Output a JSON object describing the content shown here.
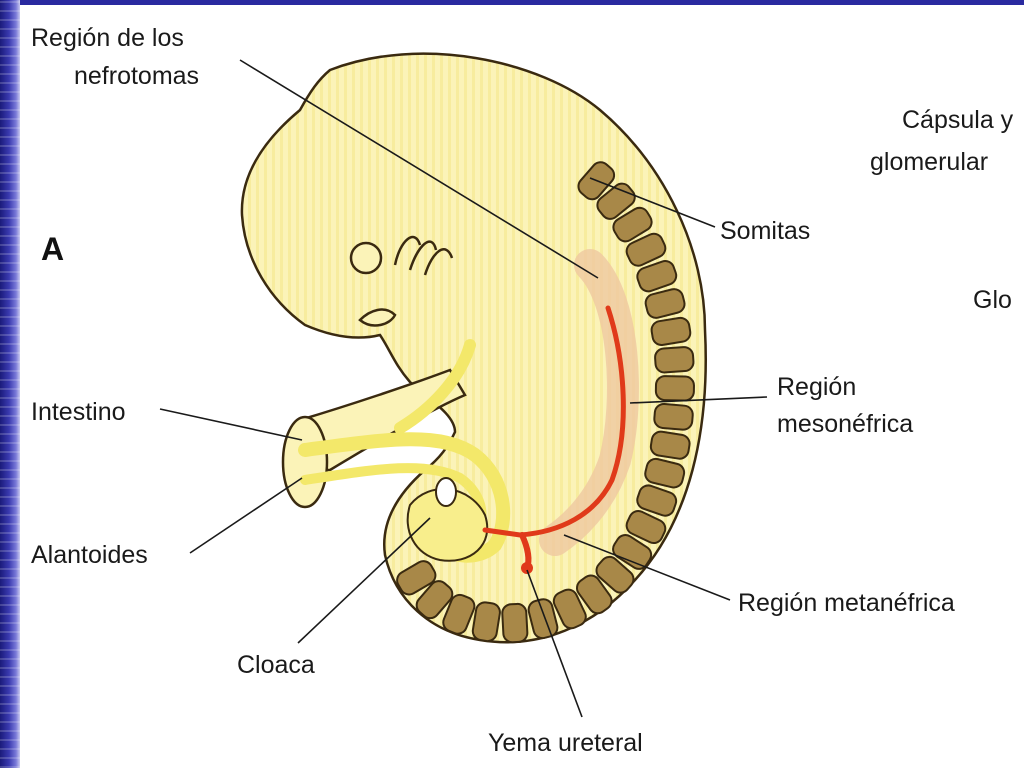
{
  "figure": {
    "panel_letter": "A",
    "labels": {
      "region_nefrotomas_line1": "Región de los",
      "region_nefrotomas_line2": "nefrotomas",
      "somitas": "Somitas",
      "region_mesonefrica_line1": "Región",
      "region_mesonefrica_line2": "mesonéfrica",
      "intestino": "Intestino",
      "alantoides": "Alantoides",
      "cloaca": "Cloaca",
      "region_metanefrica": "Región metanéfrica",
      "yema_ureteral": "Yema ureteral"
    },
    "cropped_labels": {
      "capsula_line1": "Cápsula y",
      "capsula_line2": "glomerular",
      "glo": "Glo"
    }
  },
  "colors": {
    "slide_background": "#1e1e8c",
    "embryo_fill": "#fbf3b8",
    "embryo_outline": "#3a2a10",
    "somite_fill": "#a88848",
    "yellow_structures": "#f3e86a",
    "mesonephric_duct": "#e03a1a",
    "nephrogenic_region": "#efc8a0"
  },
  "icons": [
    "embryo-illustration",
    "leader-line"
  ]
}
